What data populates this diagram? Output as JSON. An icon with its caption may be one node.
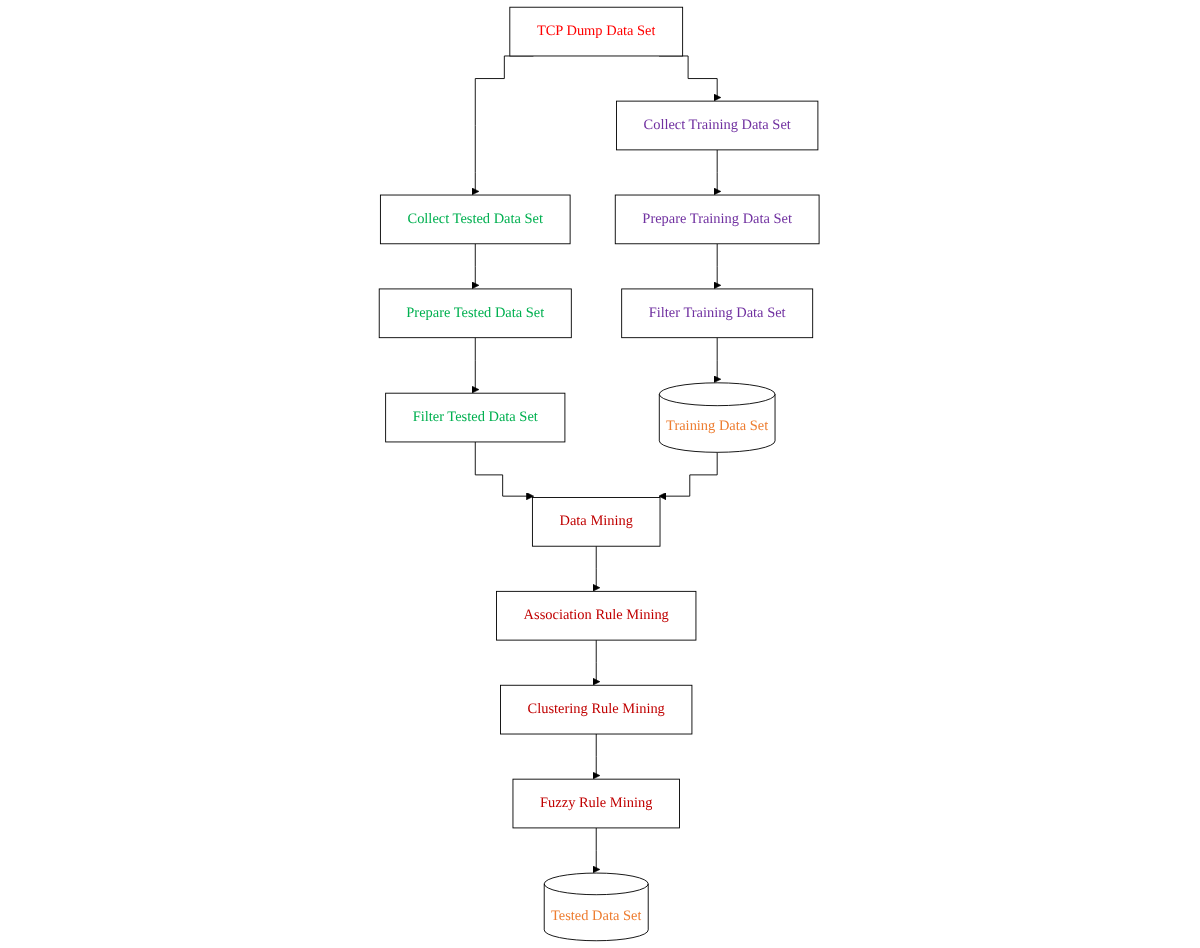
{
  "diagram": {
    "nodes": [
      {
        "text": [
          "TCP Dump Data Set"
        ]
      },
      {
        "text": [
          "Collect Training Data Set"
        ]
      },
      {
        "text": [
          "Prepare Training Data Set"
        ]
      },
      {
        "text": [
          "Filter Training Data Set"
        ]
      },
      {
        "text": [
          "Training Data Set"
        ]
      },
      {
        "text": [
          "Collect Tested Data Set"
        ]
      },
      {
        "text": [
          "Prepare Tested Data Set"
        ]
      },
      {
        "text": [
          "Filter Tested Data Set"
        ]
      },
      {
        "text": [
          "Data Mining"
        ]
      },
      {
        "text": [
          "Association Rule Mining"
        ]
      },
      {
        "text": [
          "Clustering Rule Mining"
        ]
      },
      {
        "text": [
          "Fuzzy Rule Mining"
        ]
      },
      {
        "text": [
          "Tested Data Set"
        ]
      }
    ],
    "edges": [
      {
        "from": 0,
        "to": 1,
        "arrow": "to"
      },
      {
        "from": 0,
        "to": 5,
        "arrow": "to"
      },
      {
        "from": 1,
        "to": 2,
        "arrow": "to"
      },
      {
        "from": 2,
        "to": 3,
        "arrow": "to"
      },
      {
        "from": 3,
        "to": 4,
        "arrow": "to"
      },
      {
        "from": 5,
        "to": 6,
        "arrow": "to"
      },
      {
        "from": 6,
        "to": 7,
        "arrow": "to"
      },
      {
        "from": 7,
        "to": 8,
        "arrow": "to"
      },
      {
        "from": 4,
        "to": 8,
        "arrow": "to"
      },
      {
        "from": 8,
        "to": 9,
        "arrow": "to"
      },
      {
        "from": 9,
        "to": 10,
        "arrow": "to"
      },
      {
        "from": 10,
        "to": 11,
        "arrow": "to"
      },
      {
        "from": 11,
        "to": 12,
        "arrow": "to"
      }
    ]
  }
}
